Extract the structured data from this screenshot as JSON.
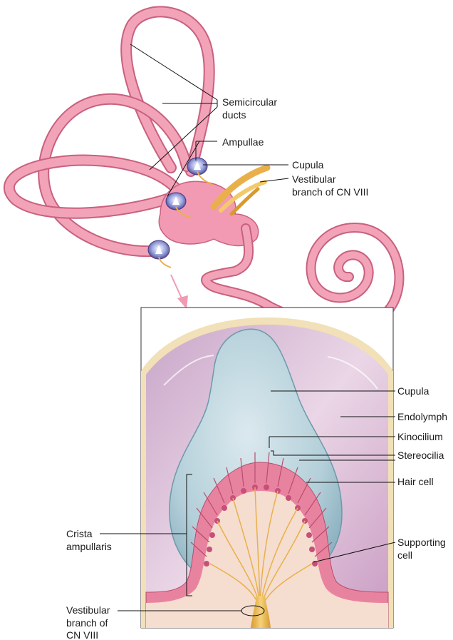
{
  "top_labels": {
    "semicircular_ducts_1": "Semicircular",
    "semicircular_ducts_2": "ducts",
    "ampullae": "Ampullae",
    "cupula": "Cupula",
    "vestibular_branch_1": "Vestibular",
    "vestibular_branch_2": "branch of CN VIII"
  },
  "detail_labels": {
    "cupula": "Cupula",
    "endolymph": "Endolymph",
    "kinocilium": "Kinocilium",
    "stereocilia": "Stereocilia",
    "hair_cell": "Hair cell",
    "supporting_cell_1": "Supporting",
    "supporting_cell_2": "cell",
    "crista_1": "Crista",
    "crista_2": "ampullaris",
    "vestibular_1": "Vestibular",
    "vestibular_2": "branch of",
    "vestibular_3": "CN VIII"
  },
  "colors": {
    "duct_pink": "#f2a3b8",
    "duct_outline": "#c9607f",
    "cupula_blue": "#b9d3dc",
    "nerve_gold": "#e9b04a",
    "ampulla_purple": "#5a4a9a"
  }
}
